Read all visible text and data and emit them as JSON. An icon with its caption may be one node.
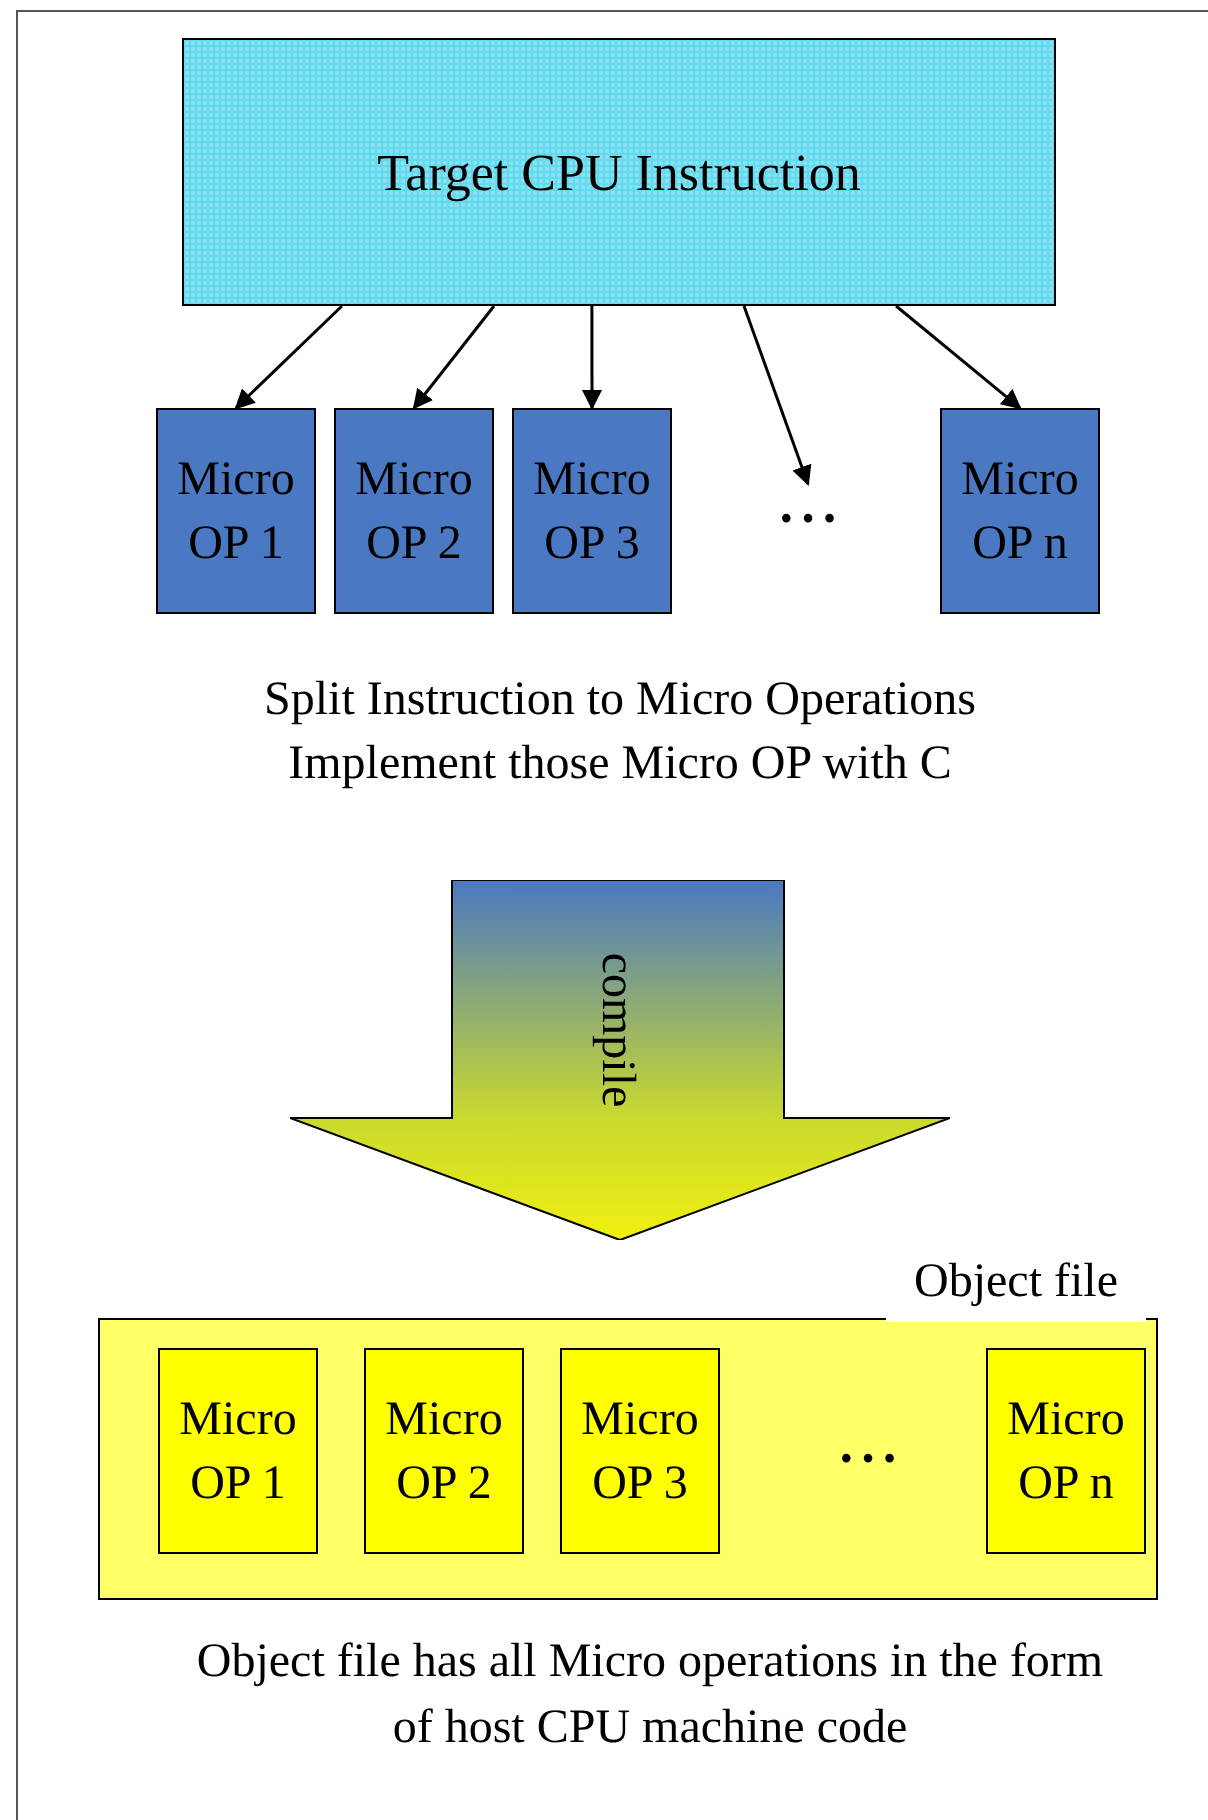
{
  "diagram": {
    "nodes": [
      {
        "text": [
          "Target CPU Instruction"
        ]
      },
      {
        "text": [
          "Micro OP 1"
        ]
      },
      {
        "text": [
          "Micro OP 2"
        ]
      },
      {
        "text": [
          "Micro OP 3"
        ]
      },
      {
        "text": [
          "• • •"
        ]
      },
      {
        "text": [
          "Micro OP n"
        ]
      },
      {
        "text": [
          "compile"
        ]
      },
      {
        "text": [
          "Object file"
        ]
      },
      {
        "text": [
          "Micro OP 1"
        ],
        "in": 7
      },
      {
        "text": [
          "Micro OP 2"
        ],
        "in": 7
      },
      {
        "text": [
          "Micro OP 3"
        ],
        "in": 7
      },
      {
        "text": [
          "• • •"
        ],
        "in": 7
      },
      {
        "text": [
          "Micro OP n"
        ],
        "in": 7
      }
    ],
    "edges": [
      {
        "from": 0,
        "to": 1,
        "arrow": "to"
      },
      {
        "from": 0,
        "to": 2,
        "arrow": "to"
      },
      {
        "from": 0,
        "to": 3,
        "arrow": "to"
      },
      {
        "from": 0,
        "to": 4,
        "arrow": "to"
      },
      {
        "from": 0,
        "to": 5,
        "arrow": "to"
      }
    ],
    "labels": [
      "Split Instruction to Micro Operations",
      "Implement those Micro OP with C",
      "Object file has all Micro operations in the form of host CPU machine code"
    ]
  }
}
